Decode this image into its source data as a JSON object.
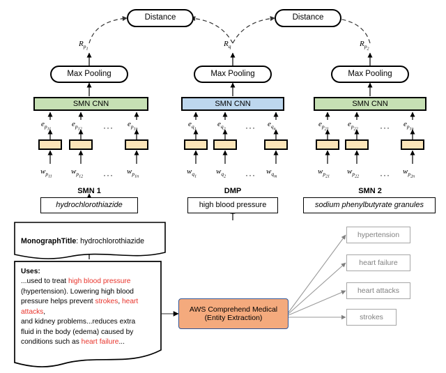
{
  "diagram": {
    "title": "Siamese Matching Network with AWS Comprehend Medical entity extraction",
    "colors": {
      "cnn_green": "#c6e0b4",
      "cnn_blue": "#bdd7ee",
      "embedding_yellow": "#fce5b9",
      "aws_orange": "#f4aa7d",
      "aws_border_blue": "#2f5597",
      "entity_gray": "#a6a6a6",
      "highlight_red": "#e8322a"
    }
  },
  "distance_nodes": [
    {
      "label": "Distance"
    },
    {
      "label": "Distance"
    }
  ],
  "representation_labels": [
    {
      "base": "R",
      "sub": "p",
      "subsub": "1"
    },
    {
      "base": "R",
      "sub": "q",
      "subsub": ""
    },
    {
      "base": "R",
      "sub": "p",
      "subsub": "2"
    }
  ],
  "pooling_nodes": [
    {
      "label": "Max Pooling"
    },
    {
      "label": "Max Pooling"
    },
    {
      "label": "Max Pooling"
    }
  ],
  "cnn_nodes": [
    {
      "label": "SMN CNN",
      "color": "green"
    },
    {
      "label": "SMN CNN",
      "color": "blue"
    },
    {
      "label": "SMN CNN",
      "color": "green"
    }
  ],
  "columns": [
    {
      "name": "SMN 1",
      "embedding_labels": [
        {
          "base": "e",
          "sub": "p",
          "subsub": "11"
        },
        {
          "base": "e",
          "sub": "p",
          "subsub": "12"
        },
        {
          "base": "e",
          "sub": "p",
          "subsub": "1n"
        }
      ],
      "word_labels": [
        {
          "base": "w",
          "sub": "p",
          "subsub": "11"
        },
        {
          "base": "w",
          "sub": "p",
          "subsub": "12"
        },
        {
          "base": "w",
          "sub": "p",
          "subsub": "1n"
        }
      ],
      "ellipsis": "···",
      "text_box": "hydrochlorothiazide",
      "text_box_style": "italic"
    },
    {
      "name": "DMP",
      "embedding_labels": [
        {
          "base": "e",
          "sub": "q",
          "subsub": "1"
        },
        {
          "base": "e",
          "sub": "q",
          "subsub": "2"
        },
        {
          "base": "e",
          "sub": "q",
          "subsub": "n"
        }
      ],
      "word_labels": [
        {
          "base": "w",
          "sub": "q",
          "subsub": "1"
        },
        {
          "base": "w",
          "sub": "q",
          "subsub": "2"
        },
        {
          "base": "w",
          "sub": "q",
          "subsub": "m"
        }
      ],
      "ellipsis": "···",
      "text_box": "high blood pressure",
      "text_box_style": "normal"
    },
    {
      "name": "SMN 2",
      "embedding_labels": [
        {
          "base": "e",
          "sub": "p",
          "subsub": "21"
        },
        {
          "base": "e",
          "sub": "p",
          "subsub": "22"
        },
        {
          "base": "e",
          "sub": "p",
          "subsub": "1n"
        }
      ],
      "word_labels": [
        {
          "base": "w",
          "sub": "p",
          "subsub": "21"
        },
        {
          "base": "w",
          "sub": "p",
          "subsub": "22"
        },
        {
          "base": "w",
          "sub": "p",
          "subsub": "2n"
        }
      ],
      "ellipsis": "···",
      "text_box": "sodium phenylbutyrate granules",
      "text_box_style": "italic"
    }
  ],
  "monograph": {
    "label_bold": "MonographTitle",
    "separator": ": ",
    "value": "hydrochlorothiazide"
  },
  "uses_document": {
    "heading": "Uses:",
    "lines": [
      [
        {
          "t": "...used to treat ",
          "red": false
        },
        {
          "t": "high blood pressure",
          "red": true
        }
      ],
      [
        {
          "t": "(hypertension). Lowering high blood",
          "red": false
        }
      ],
      [
        {
          "t": "pressure helps prevent ",
          "red": false
        },
        {
          "t": "strokes",
          "red": true
        },
        {
          "t": ", ",
          "red": false
        },
        {
          "t": "heart",
          "red": true
        }
      ],
      [
        {
          "t": "attacks",
          "red": true
        },
        {
          "t": ",",
          "red": false
        }
      ],
      [
        {
          "t": "and kidney problems...reduces extra",
          "red": false
        }
      ],
      [
        {
          "t": "fluid in the body (edema) caused by",
          "red": false
        }
      ],
      [
        {
          "t": "conditions such as ",
          "red": false
        },
        {
          "t": "heart failure",
          "red": true
        },
        {
          "t": "...",
          "red": false
        }
      ]
    ]
  },
  "aws_service": {
    "line1": "AWS Comprehend Medical",
    "line2": "(Entity Extraction)"
  },
  "extracted_entities": [
    {
      "label": "hypertension"
    },
    {
      "label": "heart failure"
    },
    {
      "label": "heart attacks"
    },
    {
      "label": "strokes"
    }
  ]
}
